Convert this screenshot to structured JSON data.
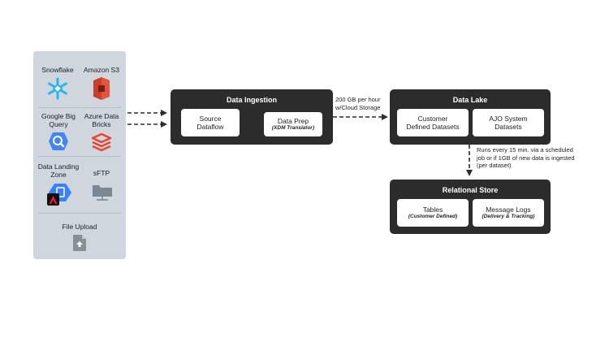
{
  "sources": {
    "snowflake": "Snowflake",
    "amazon_s3": "Amazon S3",
    "google_bigquery_line1": "Google Big",
    "google_bigquery_line2": "Query",
    "azure_databricks_line1": "Azure Data",
    "azure_databricks_line2": "Bricks",
    "data_landing_zone_line1": "Data Landing",
    "data_landing_zone_line2": "Zone",
    "sftp": "sFTP",
    "file_upload": "File Upload"
  },
  "ingestion": {
    "title": "Data Ingestion",
    "source_dataflow_line1": "Source",
    "source_dataflow_line2": "Dataflow",
    "data_prep": "Data Prep",
    "data_prep_sub": "(XDM Translator)"
  },
  "throughput_note": {
    "line1": "200 GB per hour",
    "line2": "w/Cloud Storage"
  },
  "data_lake": {
    "title": "Data Lake",
    "customer_line1": "Customer",
    "customer_line2": "Defined Datasets",
    "ajo_line1": "AJO System",
    "ajo_line2": "Datasets"
  },
  "schedule_note": {
    "line1": "Runs every 15 min. via a scheduled",
    "line2": "job or if 1GB of new data is ingested",
    "line3": "(per dataset)"
  },
  "relational_store": {
    "title": "Relational Store",
    "tables": "Tables",
    "tables_sub": "(Customer Defined)",
    "message_logs": "Message Logs",
    "message_logs_sub": "(Delivery & Tracking)"
  },
  "colors": {
    "panel": "#cfd6de",
    "dark_box": "#2c2c2c",
    "snowflake": "#29b5e8",
    "amazon_s3": "#c7402b",
    "bigquery": "#4285f4",
    "databricks": "#e8432f",
    "landing_zone": "#3b82f6",
    "adobe": "#ed1c24",
    "sftp": "#7a8794",
    "file_upload": "#8a8f95"
  }
}
